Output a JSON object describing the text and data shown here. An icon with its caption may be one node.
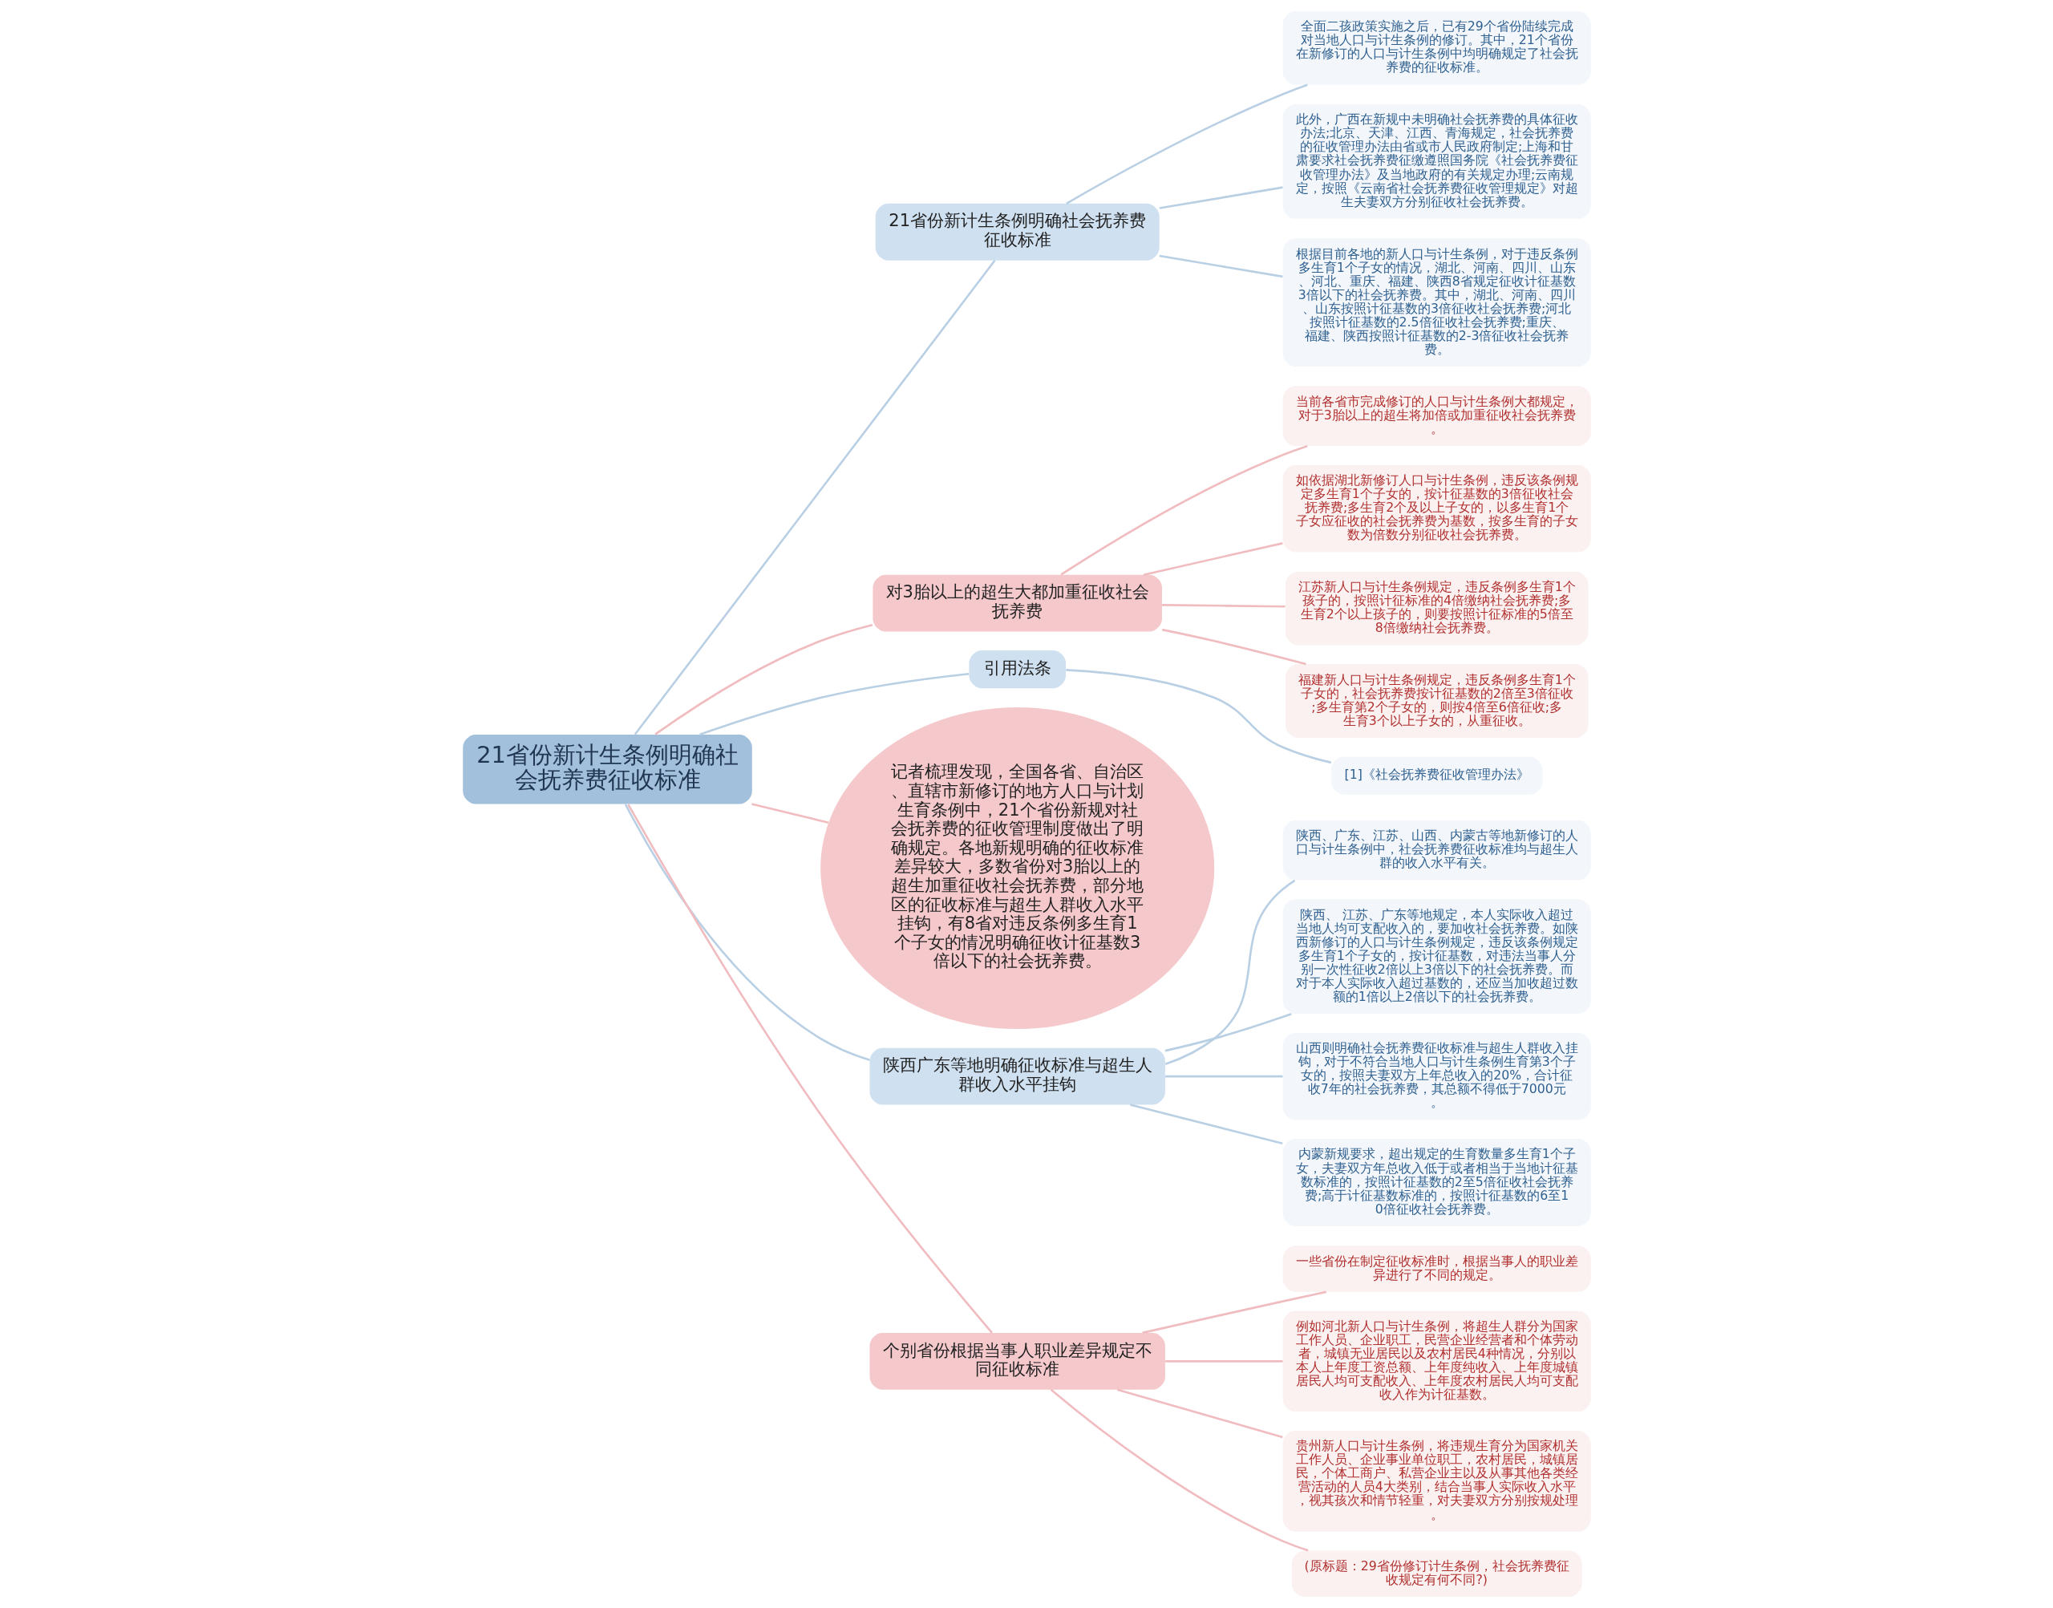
{
  "diagram": {
    "nodes": [
      {
        "text": [
          "21省份新计生条例明确社会抚养费征收标准"
        ]
      },
      {
        "text": [
          "21省份新计生条例明确社会抚养费征收标准"
        ]
      },
      {
        "text": [
          "全面二孩政策实施之后，已有29个省份陆续完成对当地人口与计生条例的修订。其中，21个省份在新修订的人口与计生条例中均明确规定了社会抚养费的征收标准。"
        ]
      },
      {
        "text": [
          "此外，广西在新规中未明确社会抚养费的具体征收办法;北京、天津、江西、青海规定，社会抚养费的征收管理办法由省或市人民政府制定;上海和甘肃要求社会抚养费征缴遵照国务院《社会抚养费征收管理办法》及当地政府的有关规定办理;云南规定，按照《云南省社会抚养费征收管理规定》对超生夫妻双方分别征收社会抚养费。"
        ]
      },
      {
        "text": [
          "根据目前各地的新人口与计生条例，对于违反条例多生育1个子女的情况，湖北、河南、四川、山东、河北、重庆、福建、陕西8省规定征收计征基数3倍以下的社会抚养费。其中，湖北、河南、四川、山东按照计征基数的3倍征收社会抚养费;河北按照计征基数的2.5倍征收社会抚养费;重庆、福建、陕西按照计征基数的2-3倍征收社会抚养费。"
        ]
      },
      {
        "text": [
          "对3胎以上的超生大都加重征收社会抚养费"
        ]
      },
      {
        "text": [
          "当前各省市完成修订的人口与计生条例大都规定，对于3胎以上的超生将加倍或加重征收社会抚养费。"
        ]
      },
      {
        "text": [
          "如依据湖北新修订人口与计生条例，违反该条例规定多生育1个子女的，按计征基数的3倍征收社会抚养费;多生育2个及以上子女的，以多生育1个子女应征收的社会抚养费为基数，按多生育的子女数为倍数分别征收社会抚养费。"
        ]
      },
      {
        "text": [
          "江苏新人口与计生条例规定，违反条例多生育1个孩子的，按照计征标准的4倍缴纳社会抚养费;多生育2个以上孩子的，则要按照计征标准的5倍至8倍缴纳社会抚养费。"
        ]
      },
      {
        "text": [
          "福建新人口与计生条例规定，违反条例多生育1个子女的，社会抚养费按计征基数的2倍至3倍征收;多生育第2个子女的，则按4倍至6倍征收;多生育3个以上子女的，从重征收。"
        ]
      },
      {
        "text": [
          "引用法条"
        ]
      },
      {
        "text": [
          "[1]《社会抚养费征收管理办法》"
        ]
      },
      {
        "text": [
          "记者梳理发现，全国各省、自治区、直辖市新修订的地方人口与计划生育条例中，21个省份新规对社会抚养费的征收管理制度做出了明确规定。各地新规明确的征收标准差异较大，多数省份对3胎以上的超生加重征收社会抚养费，部分地区的征收标准与超生人群收入水平挂钩，有8省对违反条例多生育1个子女的情况明确征收计征基数3倍以下的社会抚养费。"
        ]
      },
      {
        "text": [
          "陕西广东等地明确征收标准与超生人群收入水平挂钩"
        ]
      },
      {
        "text": [
          "陕西、广东、江苏、山西、内蒙古等地新修订的人口与计生条例中，社会抚养费征收标准均与超生人群的收入水平有关。"
        ]
      },
      {
        "text": [
          "陕西、 江苏、广东等地规定，本人实际收入超过当地人均可支配收入的，要加收社会抚养费。如陕西新修订的人口与计生条例规定，违反该条例规定多生育1个子女的，按计征基数，对违法当事人分别一次性征收2倍以上3倍以下的社会抚养费。而对于本人实际收入超过基数的，还应当加收超过数额的1倍以上2倍以下的社会抚养费。"
        ]
      },
      {
        "text": [
          "山西则明确社会抚养费征收标准与超生人群收入挂钩，对于不符合当地人口与计生条例生育第3个子女的，按照夫妻双方上年总收入的20%，合计征收7年的社会抚养费，其总额不得低于7000元。"
        ]
      },
      {
        "text": [
          "内蒙新规要求，超出规定的生育数量多生育1个子女，夫妻双方年总收入低于或者相当于当地计征基数标准的，按照计征基数的2至5倍征收社会抚养费;高于计征基数标准的，按照计征基数的6至10倍征收社会抚养费。"
        ]
      },
      {
        "text": [
          "个别省份根据当事人职业差异规定不同征收标准"
        ]
      },
      {
        "text": [
          "一些省份在制定征收标准时，根据当事人的职业差异进行了不同的规定。"
        ]
      },
      {
        "text": [
          "例如河北新人口与计生条例，将超生人群分为国家工作人员、企业职工，民营企业经营者和个体劳动者，城镇无业居民以及农村居民4种情况，分别以本人上年度工资总额、上年度纯收入、上年度城镇居民人均可支配收入、上年度农村居民人均可支配收入作为计征基数。"
        ]
      },
      {
        "text": [
          "贵州新人口与计生条例，将违规生育分为国家机关工作人员、企业事业单位职工，农村居民，城镇居民，个体工商户、私营企业主以及从事其他各类经营活动的人员4大类别，结合当事人实际收入水平，视其孩次和情节轻重，对夫妻双方分别按规处理。"
        ]
      },
      {
        "text": [
          "(原标题：29省份修订计生条例，社会抚养费征收规定有何不同?)"
        ]
      }
    ],
    "edges": [
      {
        "from": 0,
        "to": 1,
        "arrow": "none",
        "color": "#b9cfe4"
      },
      {
        "from": 1,
        "to": 2,
        "arrow": "none",
        "color": "#b9cfe4"
      },
      {
        "from": 1,
        "to": 3,
        "arrow": "none",
        "color": "#b9cfe4"
      },
      {
        "from": 1,
        "to": 4,
        "arrow": "none",
        "color": "#b9cfe4"
      },
      {
        "from": 0,
        "to": 5,
        "arrow": "none",
        "color": "#f0bcc0"
      },
      {
        "from": 5,
        "to": 6,
        "arrow": "none",
        "color": "#f0bcc0"
      },
      {
        "from": 5,
        "to": 7,
        "arrow": "none",
        "color": "#f0bcc0"
      },
      {
        "from": 5,
        "to": 8,
        "arrow": "none",
        "color": "#f0bcc0"
      },
      {
        "from": 5,
        "to": 9,
        "arrow": "none",
        "color": "#f0bcc0"
      },
      {
        "from": 0,
        "to": 10,
        "arrow": "none",
        "color": "#b9cfe4"
      },
      {
        "from": 10,
        "to": 11,
        "arrow": "none",
        "color": "#b9cfe4"
      },
      {
        "from": 0,
        "to": 12,
        "arrow": "none",
        "color": "#f0bcc0"
      },
      {
        "from": 0,
        "to": 13,
        "arrow": "none",
        "color": "#b9cfe4"
      },
      {
        "from": 13,
        "to": 14,
        "arrow": "none",
        "color": "#b9cfe4"
      },
      {
        "from": 13,
        "to": 15,
        "arrow": "none",
        "color": "#b9cfe4"
      },
      {
        "from": 13,
        "to": 16,
        "arrow": "none",
        "color": "#b9cfe4"
      },
      {
        "from": 13,
        "to": 17,
        "arrow": "none",
        "color": "#b9cfe4"
      },
      {
        "from": 0,
        "to": 18,
        "arrow": "none",
        "color": "#f0bcc0"
      },
      {
        "from": 18,
        "to": 19,
        "arrow": "none",
        "color": "#f0bcc0"
      },
      {
        "from": 18,
        "to": 20,
        "arrow": "none",
        "color": "#f0bcc0"
      },
      {
        "from": 18,
        "to": 21,
        "arrow": "none",
        "color": "#f0bcc0"
      },
      {
        "from": 18,
        "to": 22,
        "arrow": "none",
        "color": "#f0bcc0"
      }
    ]
  }
}
